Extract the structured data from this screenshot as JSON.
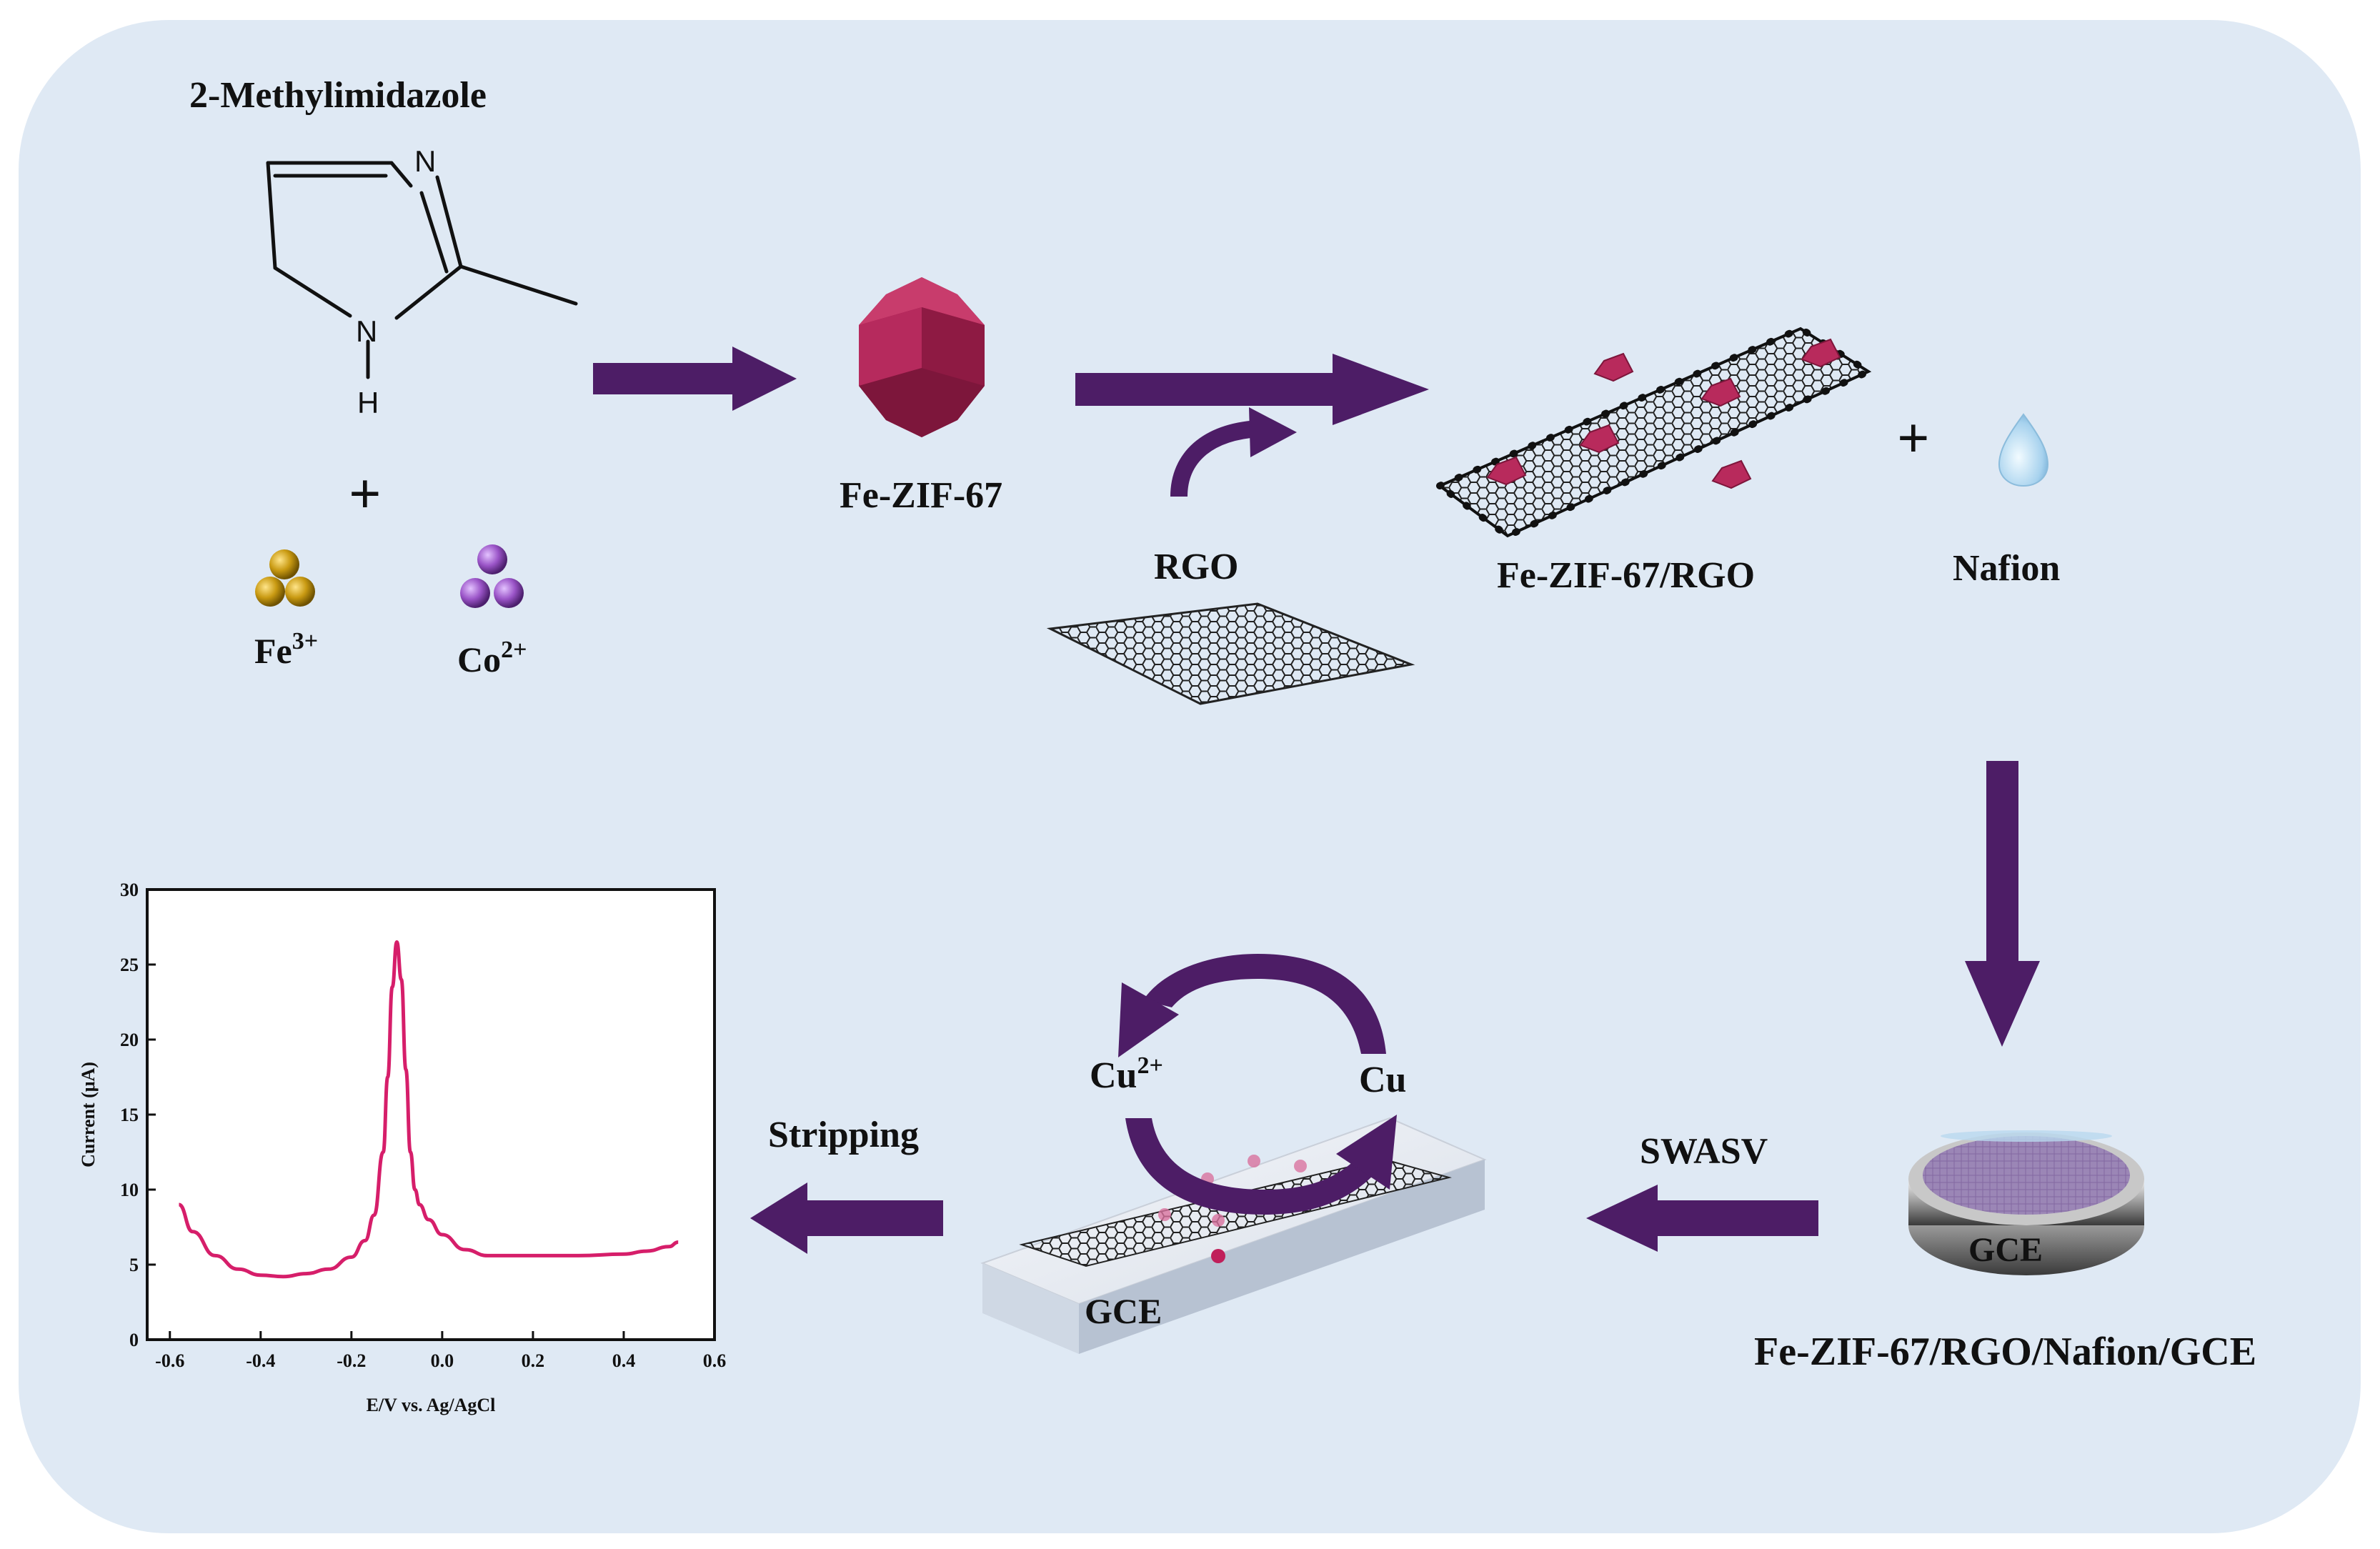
{
  "labels": {
    "methylimidazole": "2-Methylimidazole",
    "plus_1": "+",
    "fe_ion": "Fe",
    "fe_charge": "3+",
    "co_ion": "Co",
    "co_charge": "2+",
    "fe_zif": "Fe-ZIF-67",
    "rgo": "RGO",
    "composite": "Fe-ZIF-67/RGO",
    "plus_2": "+",
    "nafion": "Nafion",
    "electrode_cap": "GCE",
    "final_electrode": "Fe-ZIF-67/RGO/Nafion/GCE",
    "swasv": "SWASV",
    "cu_ion": "Cu",
    "cu_charge": "2+",
    "cu_metal": "Cu",
    "gce_plate": "GCE",
    "stripping": "Stripping"
  },
  "molecule": {
    "n_top": "N",
    "n_nh": "N",
    "h": "H"
  },
  "colors": {
    "background_panel": "#dfe9f4",
    "arrow": "#4d1d66",
    "zif_crystal": "#b8275a",
    "fe_ball": "#c99a12",
    "co_ball": "#9b55c8",
    "curve": "#d61e6a",
    "nafion_drop": "#9fc9e6"
  },
  "chart_data": {
    "type": "line",
    "title": "",
    "xlabel": "E/V vs. Ag/AgCl",
    "ylabel": "Current (μA)",
    "xlim": [
      -0.65,
      0.6
    ],
    "ylim": [
      0,
      30
    ],
    "xticks": [
      "-0.6",
      "-0.4",
      "-0.2",
      "0.0",
      "0.2",
      "0.4",
      "0.6"
    ],
    "yticks": [
      "0",
      "5",
      "10",
      "15",
      "20",
      "25",
      "30"
    ],
    "series": [
      {
        "x": [
          -0.58,
          -0.55,
          -0.5,
          -0.45,
          -0.4,
          -0.35,
          -0.3,
          -0.25,
          -0.2,
          -0.17,
          -0.15,
          -0.13,
          -0.12,
          -0.11,
          -0.1,
          -0.09,
          -0.08,
          -0.07,
          -0.06,
          -0.05,
          -0.03,
          0.0,
          0.05,
          0.1,
          0.2,
          0.3,
          0.4,
          0.45,
          0.5,
          0.52
        ],
        "y": [
          9.0,
          7.2,
          5.6,
          4.7,
          4.3,
          4.2,
          4.4,
          4.7,
          5.5,
          6.6,
          8.3,
          12.5,
          17.5,
          23.5,
          26.5,
          24.0,
          18.0,
          12.5,
          10.0,
          9.0,
          8.0,
          7.0,
          6.0,
          5.6,
          5.6,
          5.6,
          5.7,
          5.9,
          6.2,
          6.5
        ]
      }
    ]
  }
}
